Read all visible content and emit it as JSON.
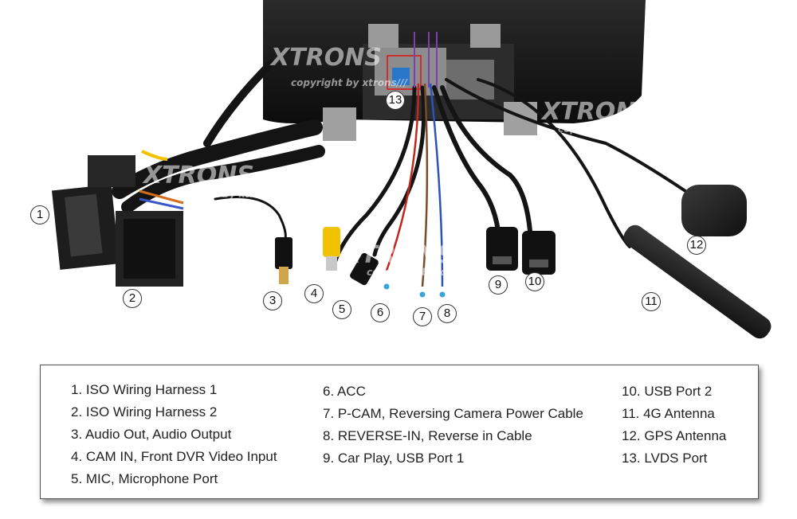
{
  "watermark": {
    "brand": "XTRONS",
    "registered": "®",
    "copyright": "copyright by xtrons///"
  },
  "callouts": [
    "1",
    "2",
    "3",
    "4",
    "5",
    "6",
    "7",
    "8",
    "9",
    "10",
    "11",
    "12",
    "13"
  ],
  "legend": {
    "column_1": [
      "1. ISO Wiring Harness 1",
      "2. ISO Wiring Harness 2",
      "3. Audio Out, Audio Output",
      "4. CAM IN, Front DVR Video Input",
      "5. MIC, Microphone Port"
    ],
    "column_2": [
      "6. ACC",
      "7. P-CAM, Reversing Camera Power Cable",
      "8. REVERSE-IN, Reverse in Cable",
      "9. Car Play, USB Port 1"
    ],
    "column_3": [
      "10. USB Port 2",
      "11. 4G Antenna",
      "12. GPS Antenna",
      "13. LVDS Port"
    ]
  },
  "colors": {
    "unit_body": "#1c1c1c",
    "cable": "#141414",
    "connector_yellow": "#f2c200",
    "wire_red": "#c0281e",
    "wire_blue": "#2d52b8",
    "wire_brown": "#7a4a2a",
    "tip_blue": "#3aa6d8",
    "border": "#555555"
  }
}
